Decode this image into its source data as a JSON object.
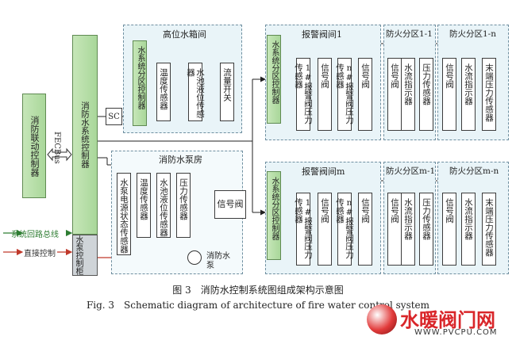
{
  "left": {
    "linkage_controller": "消防联动控制器",
    "bus_label": "FECBus",
    "main_controller": "消防水系统控制器",
    "sc_label": "SC",
    "pump_cabinet": "水泵控制柜",
    "legend": {
      "system_loop": "系统回路总线",
      "direct_control": "直接控制"
    }
  },
  "tank_room": {
    "title": "高位水箱间",
    "controller": "水系统分区控制器",
    "devices": [
      "温度传感器",
      "水池液位传感器",
      "流量开关"
    ]
  },
  "pump_room": {
    "title": "消防水泵房",
    "devices": [
      "水泵电源状态传感器",
      "温度传感器",
      "水池液位传感器",
      "压力传感器",
      "信号阀"
    ],
    "pump_label": "消防水泵"
  },
  "valve_room_1": {
    "title": "报警阀间1",
    "controller": "水系统分区控制器",
    "devices": [
      "1#报警阀压力传感器",
      "信号阀",
      "n#报警阀压力传感器",
      "信号阀"
    ]
  },
  "valve_room_m": {
    "title": "报警阀间m",
    "controller": "水系统分区控制器",
    "devices": [
      "1#报警阀压力传感器",
      "信号阀",
      "n#报警阀压力传感器",
      "信号阀"
    ]
  },
  "zones_top": [
    {
      "title": "防火分区1-1",
      "devices": [
        "信号阀",
        "水流指示器",
        "压力传感器"
      ]
    },
    {
      "title": "防火分区1-n",
      "devices": [
        "信号阀",
        "水流指示器",
        "末端压力传感器"
      ]
    }
  ],
  "zones_bottom": [
    {
      "title": "防火分区m-1",
      "devices": [
        "信号阀",
        "水流指示器",
        "压力传感器"
      ]
    },
    {
      "title": "防火分区m-n",
      "devices": [
        "信号阀",
        "水流指示器",
        "末端压力传感器"
      ]
    }
  ],
  "caption": {
    "cn": "图 3　消防水控制系统图组成架构示意图",
    "en": "Fig. 3　Schematic diagram of architecture of fire water control system"
  },
  "watermark": {
    "brand": "水暖阀门网",
    "url": "WWW.PVCPU.COM"
  },
  "colors": {
    "controller_green": "#a9d79a",
    "zone_fill": "#e9f4f8",
    "red_line": "#c0392b",
    "watermark_red": "#d9262a"
  }
}
